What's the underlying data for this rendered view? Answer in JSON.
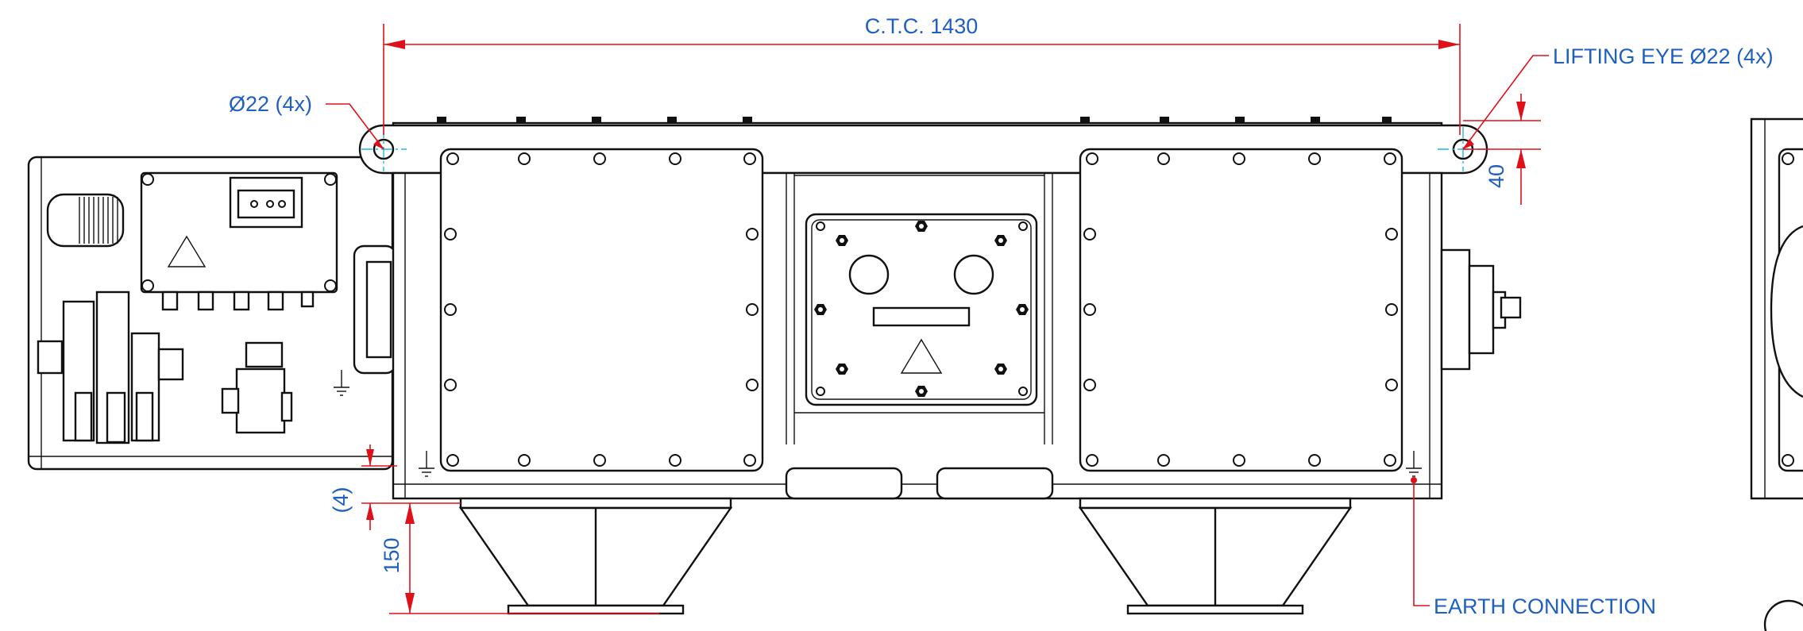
{
  "dimensions": {
    "ctc": "C.T.C. 1430",
    "hole_dia": "Ø22 (4x)",
    "lifting_eye": "LIFTING EYE Ø22 (4x)",
    "eye_offset": "40",
    "gap": "(4)",
    "hopper_height": "150",
    "earth": "EARTH CONNECTION"
  },
  "colors": {
    "dimension_line": "#e0101a",
    "label_text": "#1f5fbf",
    "centerline": "#22b8d8",
    "outline": "#111111"
  },
  "icons": [
    "warning-triangle-icon",
    "ground-symbol-icon"
  ]
}
